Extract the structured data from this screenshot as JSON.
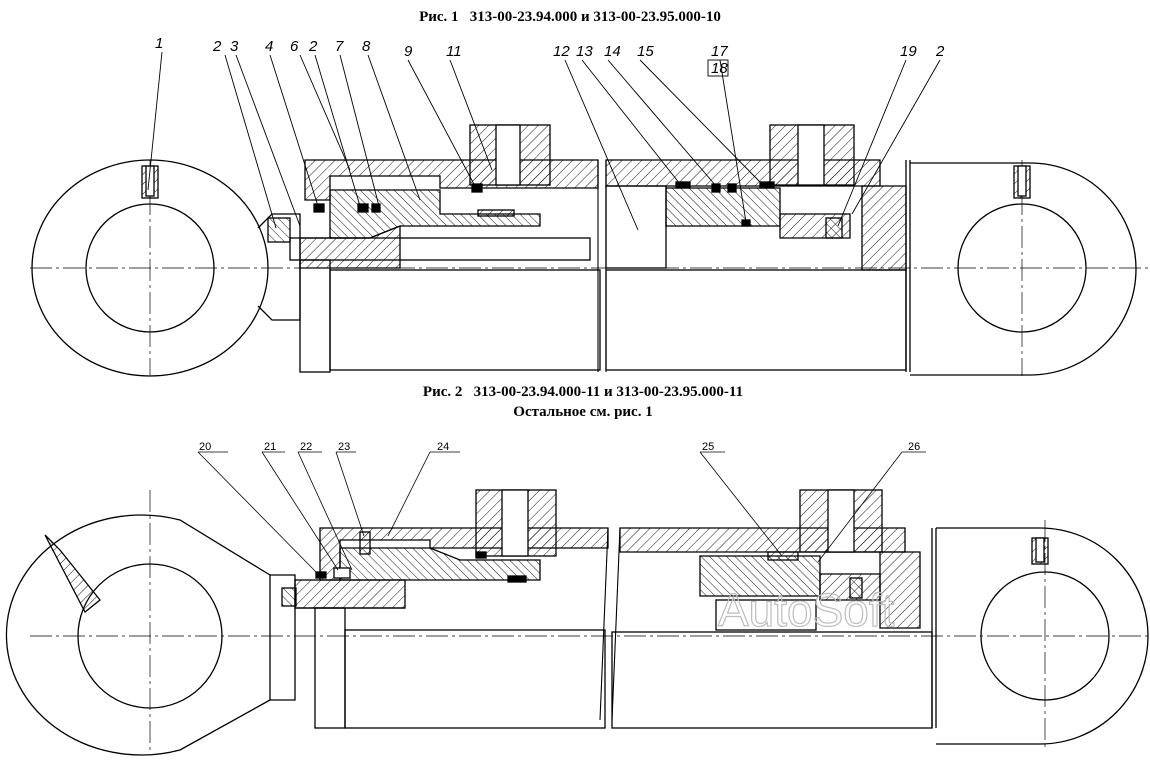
{
  "figure1": {
    "caption": "Рис. 1   313-00-23.94.000 и 313-00-23.95.000-10",
    "callouts": [
      {
        "label": "1"
      },
      {
        "label": "2"
      },
      {
        "label": "3"
      },
      {
        "label": "4"
      },
      {
        "label": "6"
      },
      {
        "label": "2"
      },
      {
        "label": "7"
      },
      {
        "label": "8"
      },
      {
        "label": "9"
      },
      {
        "label": "11"
      },
      {
        "label": "12"
      },
      {
        "label": "13"
      },
      {
        "label": "14"
      },
      {
        "label": "15"
      },
      {
        "label": "17"
      },
      {
        "label": "18"
      },
      {
        "label": "19"
      },
      {
        "label": "2"
      }
    ]
  },
  "figure2": {
    "caption": "Рис. 2   313-00-23.94.000-11 и 313-00-23.95.000-11",
    "subcaption": "Остальное см. рис. 1",
    "callouts": [
      {
        "label": "20"
      },
      {
        "label": "21"
      },
      {
        "label": "22"
      },
      {
        "label": "23"
      },
      {
        "label": "24"
      },
      {
        "label": "25"
      },
      {
        "label": "26"
      }
    ]
  },
  "watermark": "AutoSoft"
}
